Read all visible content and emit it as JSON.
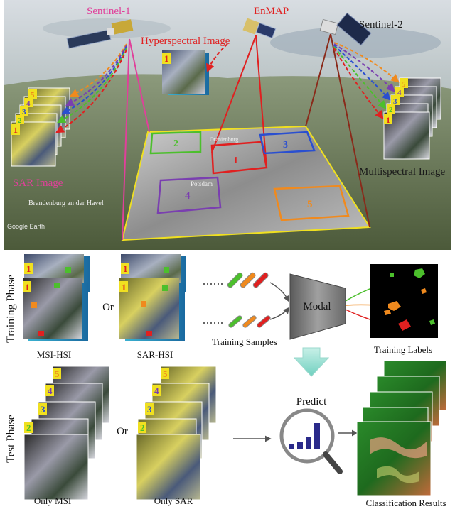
{
  "top": {
    "satellites": {
      "sentinel1": "Sentinel-1",
      "enmap": "EnMAP",
      "sentinel2": "Sentinel-2"
    },
    "hyperspectral_label": "Hyperspectral Image",
    "sar_label": "SAR Image",
    "multispectral_label": "Multispectral Image",
    "place_labels": [
      "Brandenburg an der Havel",
      "Potsdam",
      "Oranienburg"
    ],
    "google_earth": "Google Earth",
    "regions": [
      {
        "id": "1",
        "color": "#e02020"
      },
      {
        "id": "2",
        "color": "#4cbf2c"
      },
      {
        "id": "3",
        "color": "#2a4fd0"
      },
      {
        "id": "4",
        "color": "#7a3fb0"
      },
      {
        "id": "5",
        "color": "#f08a1e"
      }
    ],
    "stack_numbers": [
      "1",
      "2",
      "3",
      "4",
      "5"
    ]
  },
  "bottom": {
    "training_phase": "Training Phase",
    "test_phase": "Test Phase",
    "or": "Or",
    "msi_hsi": "MSI-HSI",
    "sar_hsi": "SAR-HSI",
    "training_samples": "Training Samples",
    "modal": "Modal",
    "training_labels": "Training Labels",
    "predict": "Predict",
    "only_msi": "Only MSI",
    "only_sar": "Only SAR",
    "classification_results": "Classification Results",
    "tile_numbers": [
      "1",
      "2",
      "3",
      "4",
      "5"
    ]
  },
  "colors": {
    "sentinel1": "#e0409a",
    "enmap": "#e02020",
    "sentinel2": "#8a2a1a",
    "yellow_frame": "#f0e020"
  }
}
